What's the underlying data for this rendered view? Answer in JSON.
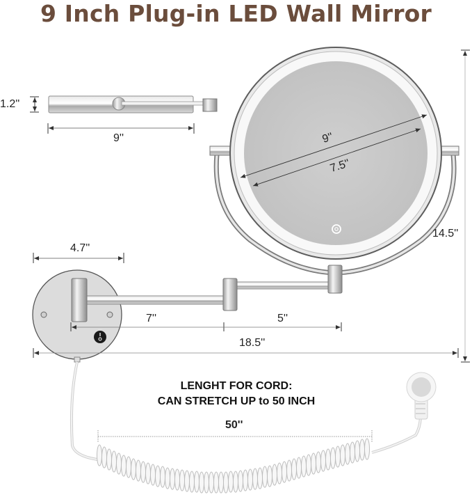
{
  "header": {
    "title": "9 Inch Plug-in LED Wall Mirror"
  },
  "colors": {
    "title": "#6b4d3c",
    "chrome": "#b8b8b8",
    "mirror_glass": "#c9c9c9",
    "led_ring": "#f7f7f7",
    "dimension_line": "#555555"
  },
  "side_view": {
    "thickness_label": "1.2''",
    "width_label": "9''"
  },
  "mirror": {
    "outer_diameter_label": "9''",
    "inner_diameter_label": "7.5''",
    "total_height_label": "14.5''",
    "touch_button_icon": "power-touch-icon"
  },
  "arm": {
    "base_width_label": "4.7''",
    "first_arm_label": "7''",
    "second_arm_label": "5''",
    "total_extension_label": "18.5''",
    "switch_icon": "rocker-switch-icon"
  },
  "cord": {
    "heading_line1": "LENGHT FOR CORD:",
    "heading_line2": "CAN STRETCH UP to 50 INCH",
    "length_label": "50''",
    "plug_icon": "plug-icon"
  }
}
